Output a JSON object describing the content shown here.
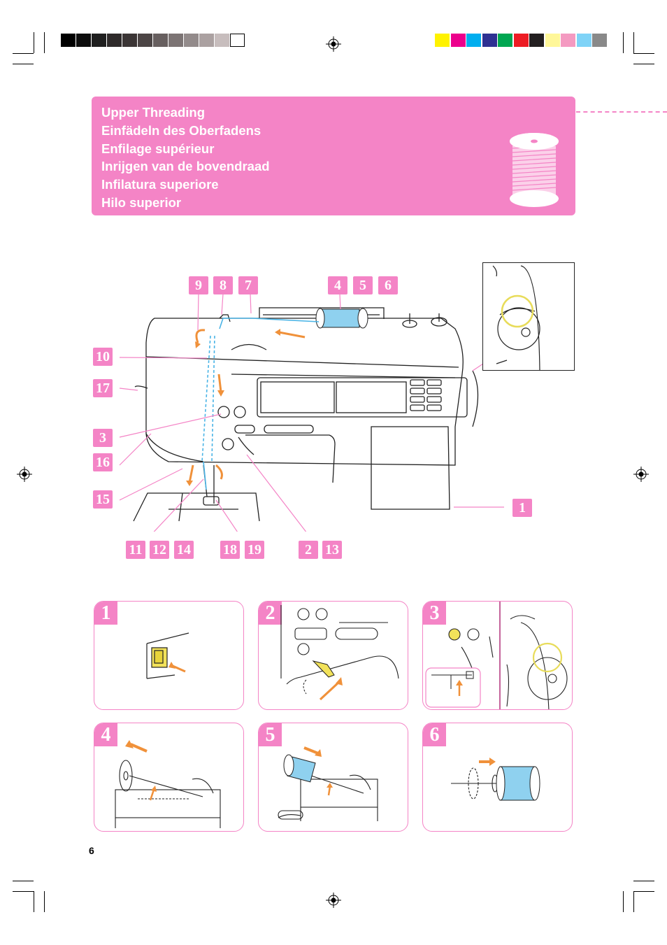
{
  "header": {
    "lines": [
      "Upper Threading",
      "Einfädeln des Oberfadens",
      "Enfilage supérieur",
      "Inrijgen van de bovendraad",
      "Infilatura superiore",
      "Hilo superior"
    ]
  },
  "callouts": {
    "c9": "9",
    "c8": "8",
    "c7": "7",
    "c4": "4",
    "c5": "5",
    "c6": "6",
    "c10": "10",
    "c17": "17",
    "c3": "3",
    "c16": "16",
    "c15": "15",
    "c1": "1",
    "c11": "11",
    "c12": "12",
    "c14": "14",
    "c18": "18",
    "c19": "19",
    "c2": "2",
    "c13": "13"
  },
  "steps": [
    {
      "number": "1"
    },
    {
      "number": "2"
    },
    {
      "number": "3"
    },
    {
      "number": "4"
    },
    {
      "number": "5"
    },
    {
      "number": "6"
    }
  ],
  "page_number": "6",
  "colors": {
    "accent_pink": "#f484c6",
    "arrow_orange": "#f0913a",
    "thread_blue": "#4ab4e6",
    "highlight_yellow": "#e8dc5a"
  },
  "color_bar_left": [
    "#000000",
    "#0d0d0d",
    "#1f1f1f",
    "#2e2a2a",
    "#3b3535",
    "#4c4545",
    "#675f5f",
    "#7c7474",
    "#938b8b",
    "#aba1a1",
    "#c7bdbd",
    "#ffffff"
  ],
  "color_bar_right": [
    "#fff200",
    "#ec008c",
    "#00aeef",
    "#2e3192",
    "#00a651",
    "#ed1c24",
    "#231f20",
    "#fff799",
    "#f49ac1",
    "#7fd3f7",
    "#898989"
  ]
}
